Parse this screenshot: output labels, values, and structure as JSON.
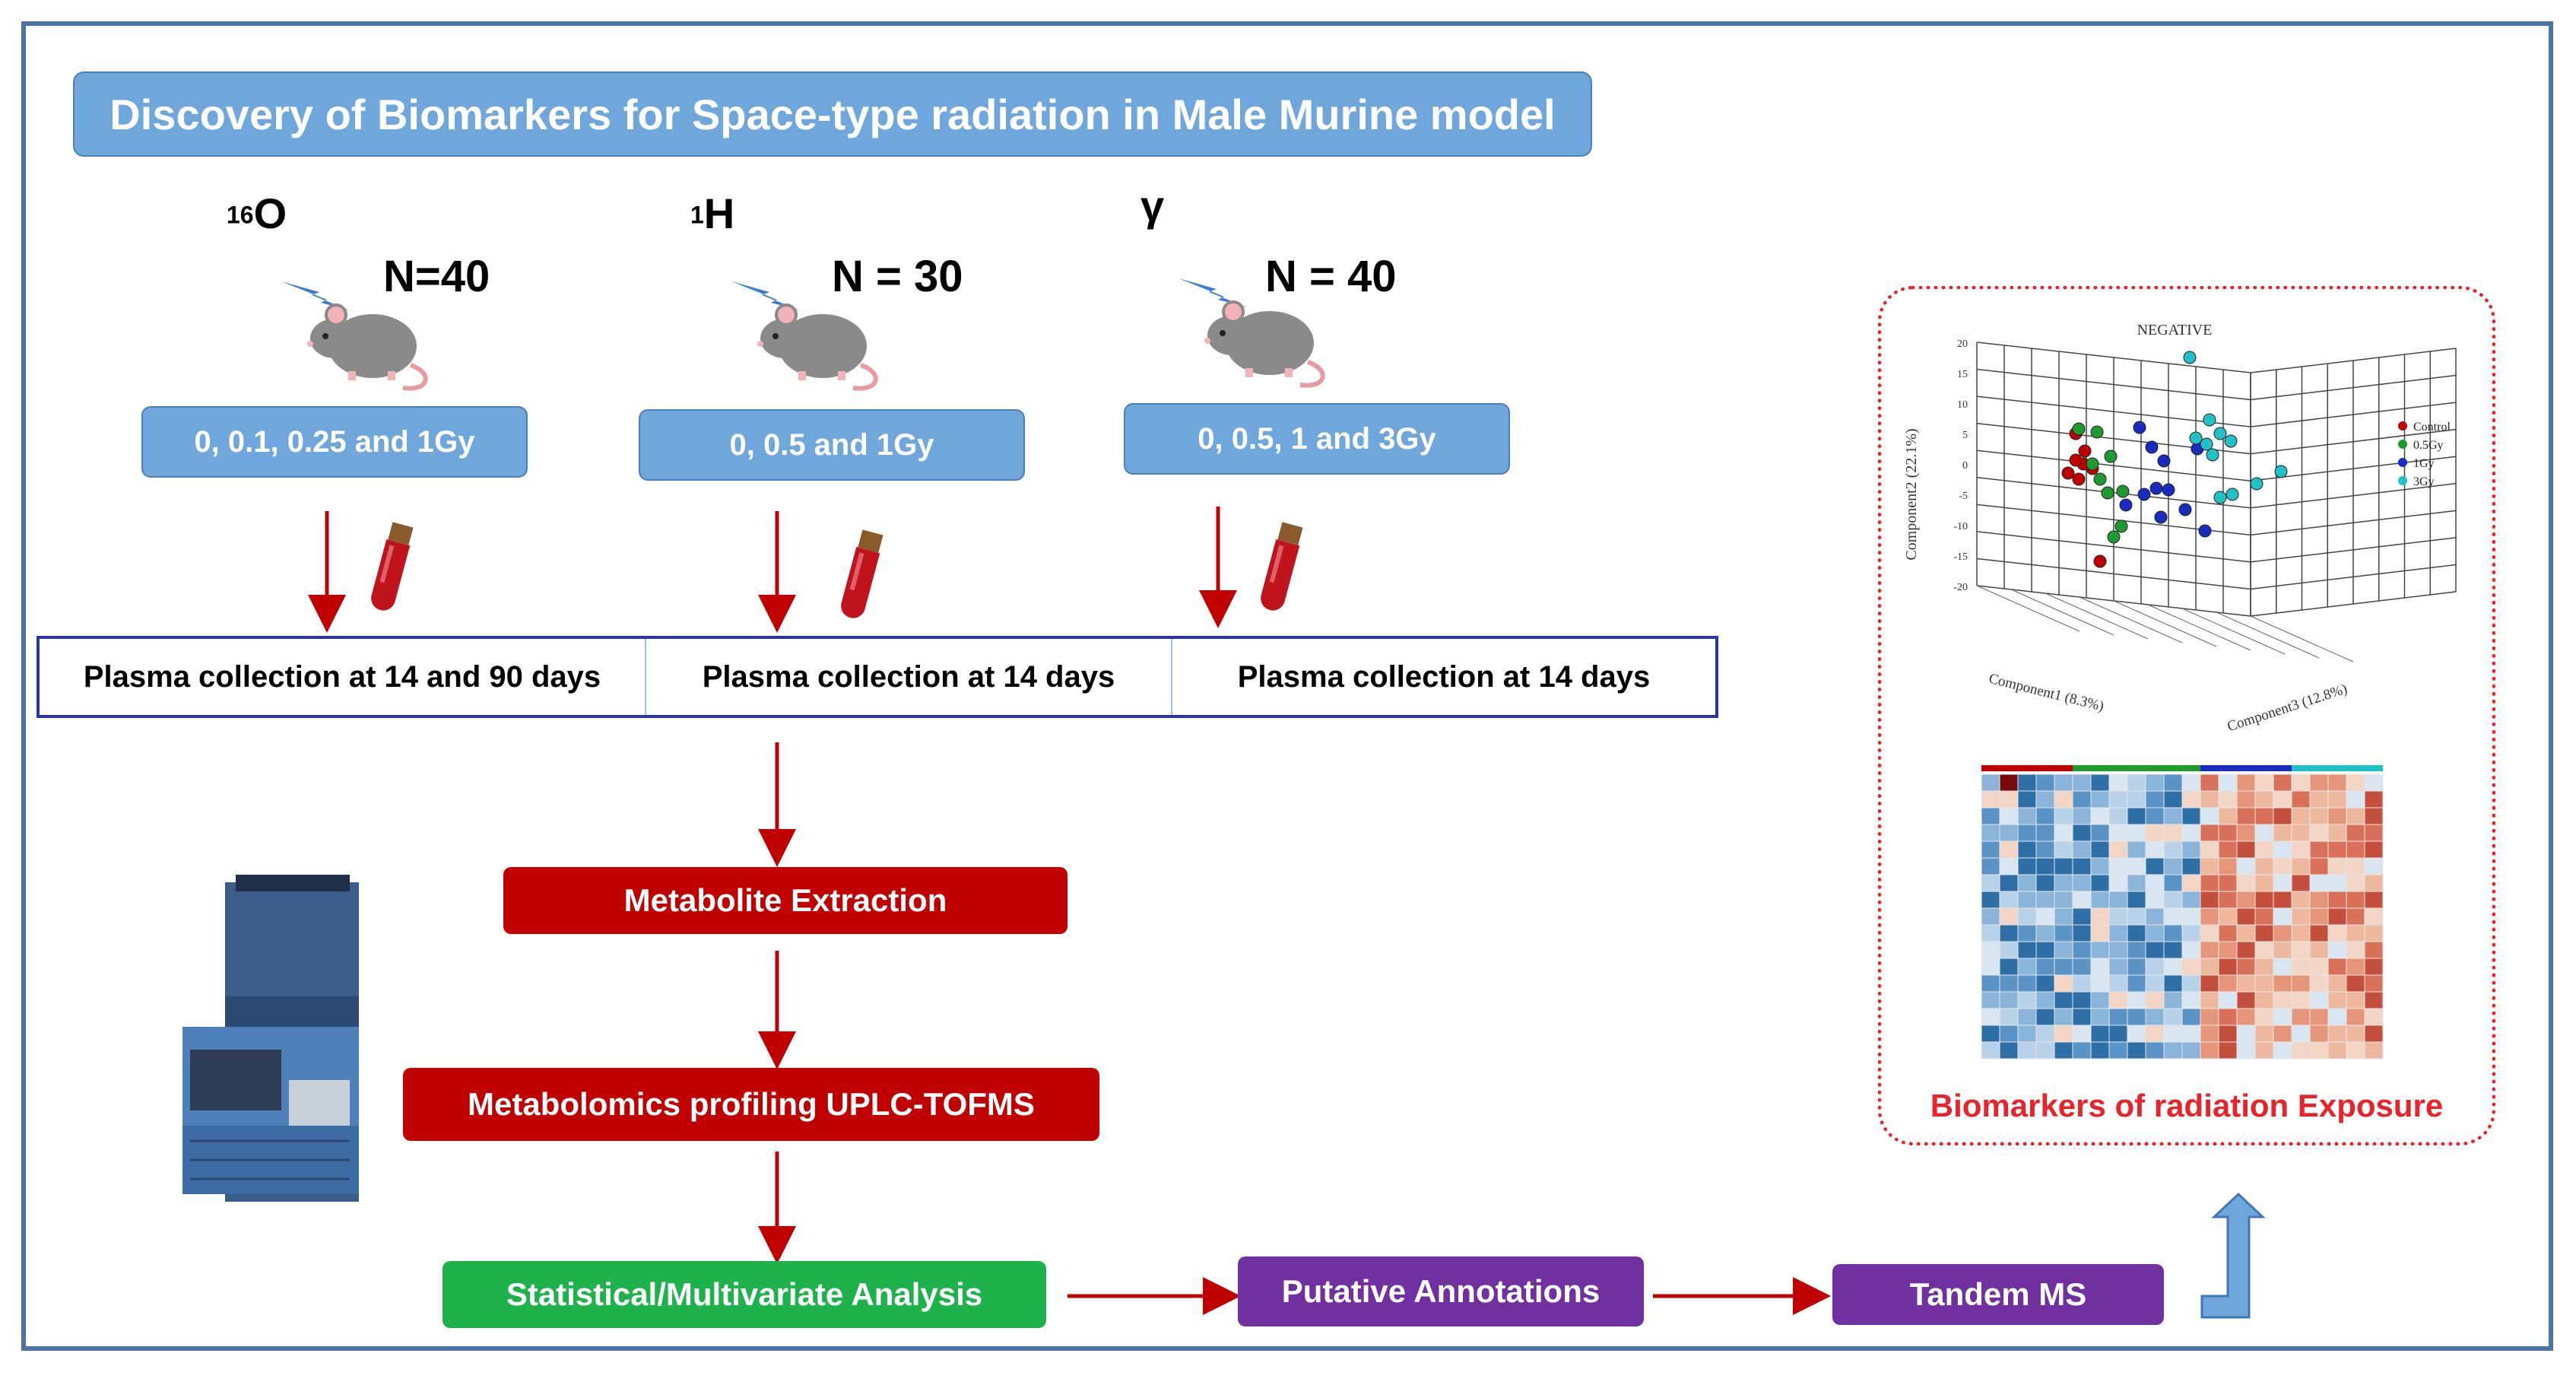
{
  "title": "Discovery of Biomarkers for Space-type radiation in Male Murine model",
  "groups": [
    {
      "mass": "16",
      "symbol": "O",
      "n": "N=40",
      "doses": "0, 0.1, 0.25 and 1Gy",
      "plasma": "Plasma collection at 14 and 90 days"
    },
    {
      "mass": "1",
      "symbol": "H",
      "n": "N = 30",
      "doses": "0, 0.5 and 1Gy",
      "plasma": "Plasma collection at 14 days"
    },
    {
      "mass": "",
      "symbol": "γ",
      "n": "N = 40",
      "doses": "0, 0.5, 1 and 3Gy",
      "plasma": "Plasma collection at 14 days"
    }
  ],
  "steps": {
    "extraction": "Metabolite Extraction",
    "profiling": "Metabolomics profiling UPLC-TOFMS",
    "statistical": "Statistical/Multivariate Analysis",
    "annotations": "Putative Annotations",
    "tandem": "Tandem MS"
  },
  "result_label": "Biomarkers of radiation Exposure",
  "pca": {
    "title": "NEGATIVE",
    "axis_y": "Component2 (22.1%)",
    "axis_x": "Component1 (8.3%)",
    "axis_z": "Component3 (12.8%)",
    "y_ticks": [
      "20",
      "15",
      "10",
      "5",
      "0",
      "-5",
      "-10",
      "-15",
      "-20"
    ],
    "legend": [
      {
        "label": "Control",
        "color": "#c00000"
      },
      {
        "label": "0.5Gy",
        "color": "#1f9a2e"
      },
      {
        "label": "1Gy",
        "color": "#1a2bbf"
      },
      {
        "label": "3Gy",
        "color": "#20c2c8"
      }
    ]
  },
  "colors": {
    "blue_box": "#6fa6dc",
    "red": "#c00000",
    "green": "#1eb24a",
    "purple": "#7030a0",
    "frame": "#4a73a6"
  }
}
